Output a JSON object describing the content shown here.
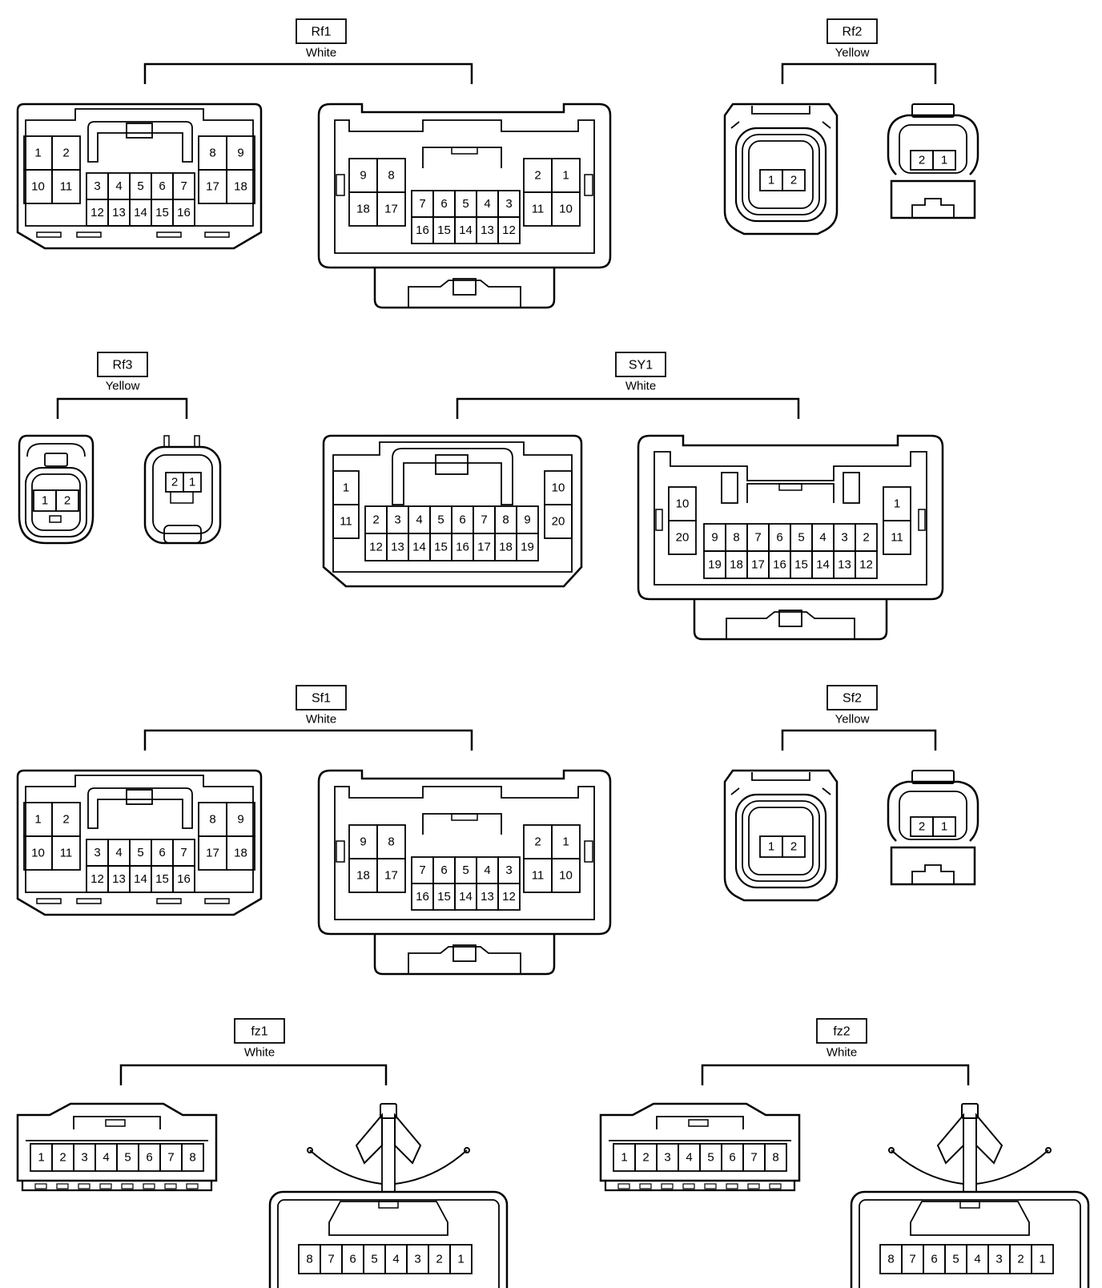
{
  "connectors": [
    {
      "id": "rf1",
      "code": "Rf1",
      "color": "White",
      "female": {
        "left": [
          [
            "1",
            "2"
          ],
          [
            "10",
            "11"
          ]
        ],
        "center_top": [
          "3",
          "4",
          "5",
          "6",
          "7"
        ],
        "center_bottom": [
          "12",
          "13",
          "14",
          "15",
          "16"
        ],
        "right": [
          [
            "8",
            "9"
          ],
          [
            "17",
            "18"
          ]
        ]
      },
      "male": {
        "left": [
          [
            "9",
            "8"
          ],
          [
            "18",
            "17"
          ]
        ],
        "center_top": [
          "7",
          "6",
          "5",
          "4",
          "3"
        ],
        "center_bottom": [
          "16",
          "15",
          "14",
          "13",
          "12"
        ],
        "right": [
          [
            "2",
            "1"
          ],
          [
            "11",
            "10"
          ]
        ]
      }
    },
    {
      "id": "rf2",
      "code": "Rf2",
      "color": "Yellow",
      "female": {
        "pins": [
          "1",
          "2"
        ]
      },
      "male": {
        "pins": [
          "2",
          "1"
        ]
      }
    },
    {
      "id": "rf3",
      "code": "Rf3",
      "color": "Yellow",
      "female": {
        "pins": [
          "1",
          "2"
        ]
      },
      "male": {
        "pins": [
          "2",
          "1"
        ]
      }
    },
    {
      "id": "sy1",
      "code": "SY1",
      "color": "White",
      "female": {
        "left": [
          "1",
          "11"
        ],
        "center_top": [
          "2",
          "3",
          "4",
          "5",
          "6",
          "7",
          "8",
          "9"
        ],
        "center_bottom": [
          "12",
          "13",
          "14",
          "15",
          "16",
          "17",
          "18",
          "19"
        ],
        "right": [
          "10",
          "20"
        ]
      },
      "male": {
        "left": [
          "10",
          "20"
        ],
        "center_top": [
          "9",
          "8",
          "7",
          "6",
          "5",
          "4",
          "3",
          "2"
        ],
        "center_bottom": [
          "19",
          "18",
          "17",
          "16",
          "15",
          "14",
          "13",
          "12"
        ],
        "right": [
          "1",
          "11"
        ]
      }
    },
    {
      "id": "sf1",
      "code": "Sf1",
      "color": "White",
      "female": {
        "left": [
          [
            "1",
            "2"
          ],
          [
            "10",
            "11"
          ]
        ],
        "center_top": [
          "3",
          "4",
          "5",
          "6",
          "7"
        ],
        "center_bottom": [
          "12",
          "13",
          "14",
          "15",
          "16"
        ],
        "right": [
          [
            "8",
            "9"
          ],
          [
            "17",
            "18"
          ]
        ]
      },
      "male": {
        "left": [
          [
            "9",
            "8"
          ],
          [
            "18",
            "17"
          ]
        ],
        "center_top": [
          "7",
          "6",
          "5",
          "4",
          "3"
        ],
        "center_bottom": [
          "16",
          "15",
          "14",
          "13",
          "12"
        ],
        "right": [
          [
            "2",
            "1"
          ],
          [
            "11",
            "10"
          ]
        ]
      }
    },
    {
      "id": "sf2",
      "code": "Sf2",
      "color": "Yellow",
      "female": {
        "pins": [
          "1",
          "2"
        ]
      },
      "male": {
        "pins": [
          "2",
          "1"
        ]
      }
    },
    {
      "id": "fz1",
      "code": "fz1",
      "color": "White",
      "female": {
        "pins": [
          "1",
          "2",
          "3",
          "4",
          "5",
          "6",
          "7",
          "8"
        ]
      },
      "male": {
        "pins": [
          "8",
          "7",
          "6",
          "5",
          "4",
          "3",
          "2",
          "1"
        ]
      }
    },
    {
      "id": "fz2",
      "code": "fz2",
      "color": "White",
      "female": {
        "pins": [
          "1",
          "2",
          "3",
          "4",
          "5",
          "6",
          "7",
          "8"
        ]
      },
      "male": {
        "pins": [
          "8",
          "7",
          "6",
          "5",
          "4",
          "3",
          "2",
          "1"
        ]
      }
    }
  ]
}
